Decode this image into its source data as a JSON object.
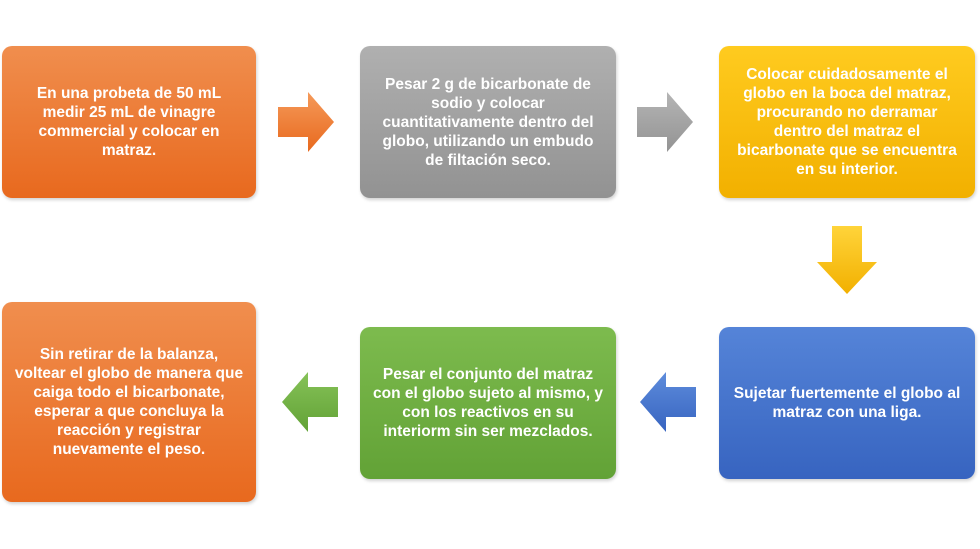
{
  "steps": [
    {
      "text": "En una probeta de 50 mL medir 25 mL de vinagre commercial y colocar en matraz.",
      "color_top": "#F08E4E",
      "color_bottom": "#E8691E"
    },
    {
      "text": "Pesar 2 g de bicarbonate de sodio y colocar cuantitativamente dentro del globo, utilizando un embudo de filtación seco.",
      "color_top": "#B0B0B0",
      "color_bottom": "#929292"
    },
    {
      "text": "Colocar cuidadosamente el globo en la boca del matraz, procurando no derramar dentro del matraz el bicarbonate que se encuentra en su interior.",
      "color_top": "#FFCB1F",
      "color_bottom": "#F2B000"
    },
    {
      "text": "Sujetar fuertemente el globo al matraz con una liga.",
      "color_top": "#5584D8",
      "color_bottom": "#3764C0"
    },
    {
      "text": "Pesar el conjunto del matraz con el globo sujeto al mismo, y con los reactivos en su interiorm sin ser mezclados.",
      "color_top": "#7DBB4E",
      "color_bottom": "#62A236"
    },
    {
      "text": "Sin retirar de la balanza, voltear el globo de manera que caiga todo el bicarbonate, esperar a que concluya la reacción y registrar nuevamente el peso.",
      "color_top": "#F08E4E",
      "color_bottom": "#E8691E"
    }
  ],
  "arrows": [
    {
      "direction": "right",
      "color_top": "#F59A5A",
      "color_bottom": "#E8691E"
    },
    {
      "direction": "right",
      "color_top": "#B5B5B5",
      "color_bottom": "#939393"
    },
    {
      "direction": "down",
      "color_top": "#FFD43A",
      "color_bottom": "#F2B000"
    },
    {
      "direction": "left",
      "color_top": "#5E8CDC",
      "color_bottom": "#3764C0"
    },
    {
      "direction": "left",
      "color_top": "#86C258",
      "color_bottom": "#62A236"
    }
  ]
}
